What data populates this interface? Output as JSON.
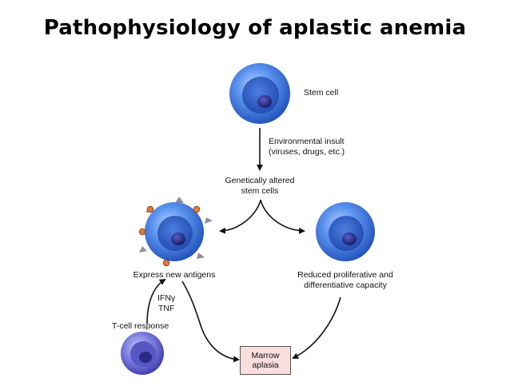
{
  "title": "Pathophysiology of aplastic anemia",
  "labels": {
    "stem_cell": "Stem cell",
    "insult_line1": "Environmental insult",
    "insult_line2": "(viruses, drugs, etc.)",
    "altered_line1": "Genetically altered",
    "altered_line2": "stem cells",
    "antigens": "Express new antigens",
    "reduced_line1": "Reduced proliferative and",
    "reduced_line2": "differentiative capacity",
    "ifn": "IFNγ",
    "tnf": "TNF",
    "tcell": "T-cell response",
    "marrow_line1": "Marrow",
    "marrow_line2": "aplasia"
  },
  "colors": {
    "cell_outer": "#3f7fe6",
    "cell_inner": "#2b5fcc",
    "nucleus": "#1a1f7a",
    "tcell": "#7a7ad8",
    "antigen_dot": "#e07a3c",
    "antigen_spike": "#8a8fa0",
    "marrow_fill": "#f9dede"
  }
}
